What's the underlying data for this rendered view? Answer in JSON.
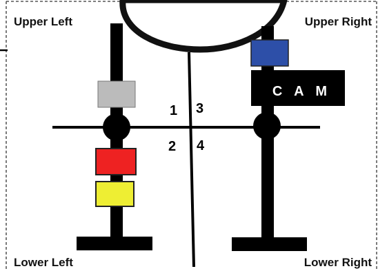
{
  "labels": {
    "upper_left": "Upper Left",
    "upper_right": "Upper Right",
    "lower_left": "Lower Left",
    "lower_right": "Lower Right"
  },
  "quadrants": {
    "q1": "1",
    "q2": "2",
    "q3": "3",
    "q4": "4"
  },
  "camera": {
    "label": "C A M"
  },
  "colors": {
    "structure": "#000000",
    "ceiling_fill": "#ffffff",
    "gray_marker": "#bbbbbb",
    "red_marker": "#ee2222",
    "yellow_marker": "#eeee33",
    "blue_marker": "#2d4fa8",
    "dashed_border": "#333333"
  }
}
